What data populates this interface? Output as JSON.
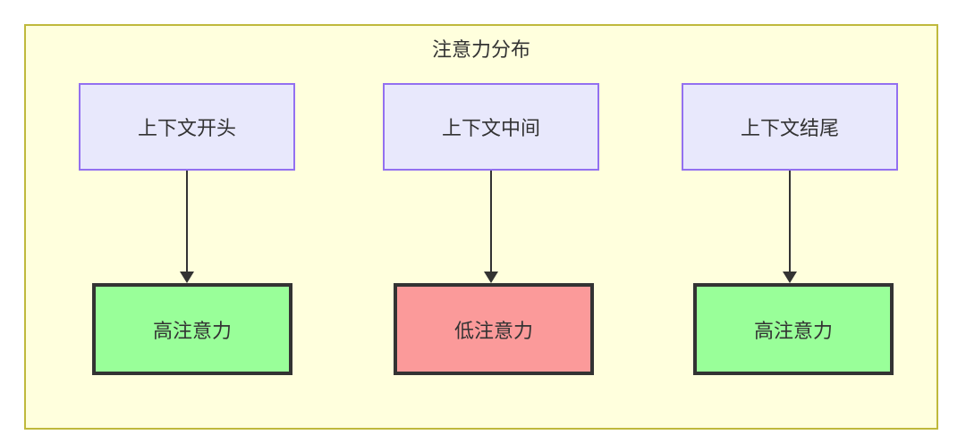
{
  "diagram": {
    "title": "注意力分布",
    "frame": {
      "background_color": "#ffffdd",
      "border_color": "#bfb93c"
    },
    "columns": [
      {
        "source": {
          "label": "上下文开头",
          "fill": "#e8e8fc",
          "border": "#9370f0"
        },
        "result": {
          "label": "高注意力",
          "fill": "#99ff99",
          "border": "#333333",
          "level": "high"
        },
        "connector": {
          "type": "arrow",
          "direction": "down"
        }
      },
      {
        "source": {
          "label": "上下文中间",
          "fill": "#e8e8fc",
          "border": "#9370f0"
        },
        "result": {
          "label": "低注意力",
          "fill": "#fb9a9a",
          "border": "#333333",
          "level": "low"
        },
        "connector": {
          "type": "arrow",
          "direction": "down"
        }
      },
      {
        "source": {
          "label": "上下文结尾",
          "fill": "#e8e8fc",
          "border": "#9370f0"
        },
        "result": {
          "label": "高注意力",
          "fill": "#99ff99",
          "border": "#333333",
          "level": "high"
        },
        "connector": {
          "type": "arrow",
          "direction": "down"
        }
      }
    ]
  }
}
